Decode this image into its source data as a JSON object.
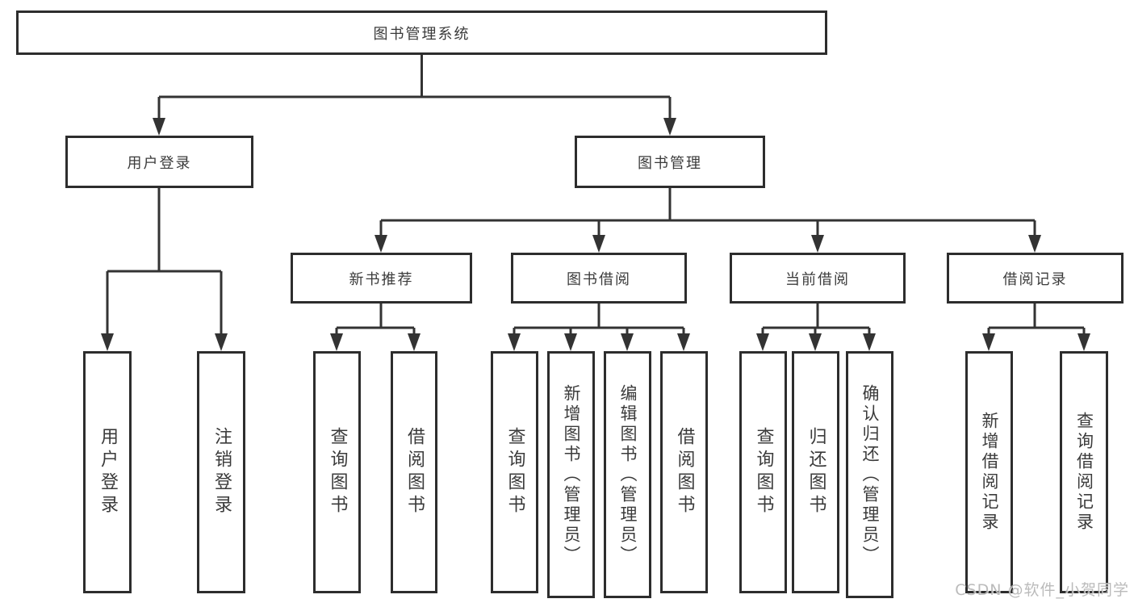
{
  "colors": {
    "background": "#ffffff",
    "box_border": "#2d2d2d",
    "line": "#333333",
    "text": "#3b3b3b",
    "watermark": "#afafaf"
  },
  "tree": {
    "root": {
      "label": "图书管理系统"
    },
    "branches": [
      {
        "label": "用户登录",
        "children": [
          {
            "label": "用户登录"
          },
          {
            "label": "注销登录"
          }
        ]
      },
      {
        "label": "图书管理",
        "children": [
          {
            "label": "新书推荐",
            "children": [
              {
                "label": "查询图书"
              },
              {
                "label": "借阅图书"
              }
            ]
          },
          {
            "label": "图书借阅",
            "children": [
              {
                "label": "查询图书"
              },
              {
                "label": "新增图书（管理员）"
              },
              {
                "label": "编辑图书（管理员）"
              },
              {
                "label": "借阅图书"
              }
            ]
          },
          {
            "label": "当前借阅",
            "children": [
              {
                "label": "查询图书"
              },
              {
                "label": "归还图书"
              },
              {
                "label": "确认归还（管理员）"
              }
            ]
          },
          {
            "label": "借阅记录",
            "children": [
              {
                "label": "新增借阅记录"
              },
              {
                "label": "查询借阅记录"
              }
            ]
          }
        ]
      }
    ]
  },
  "watermark": {
    "text": "CSDN @软件_小贺同学"
  }
}
